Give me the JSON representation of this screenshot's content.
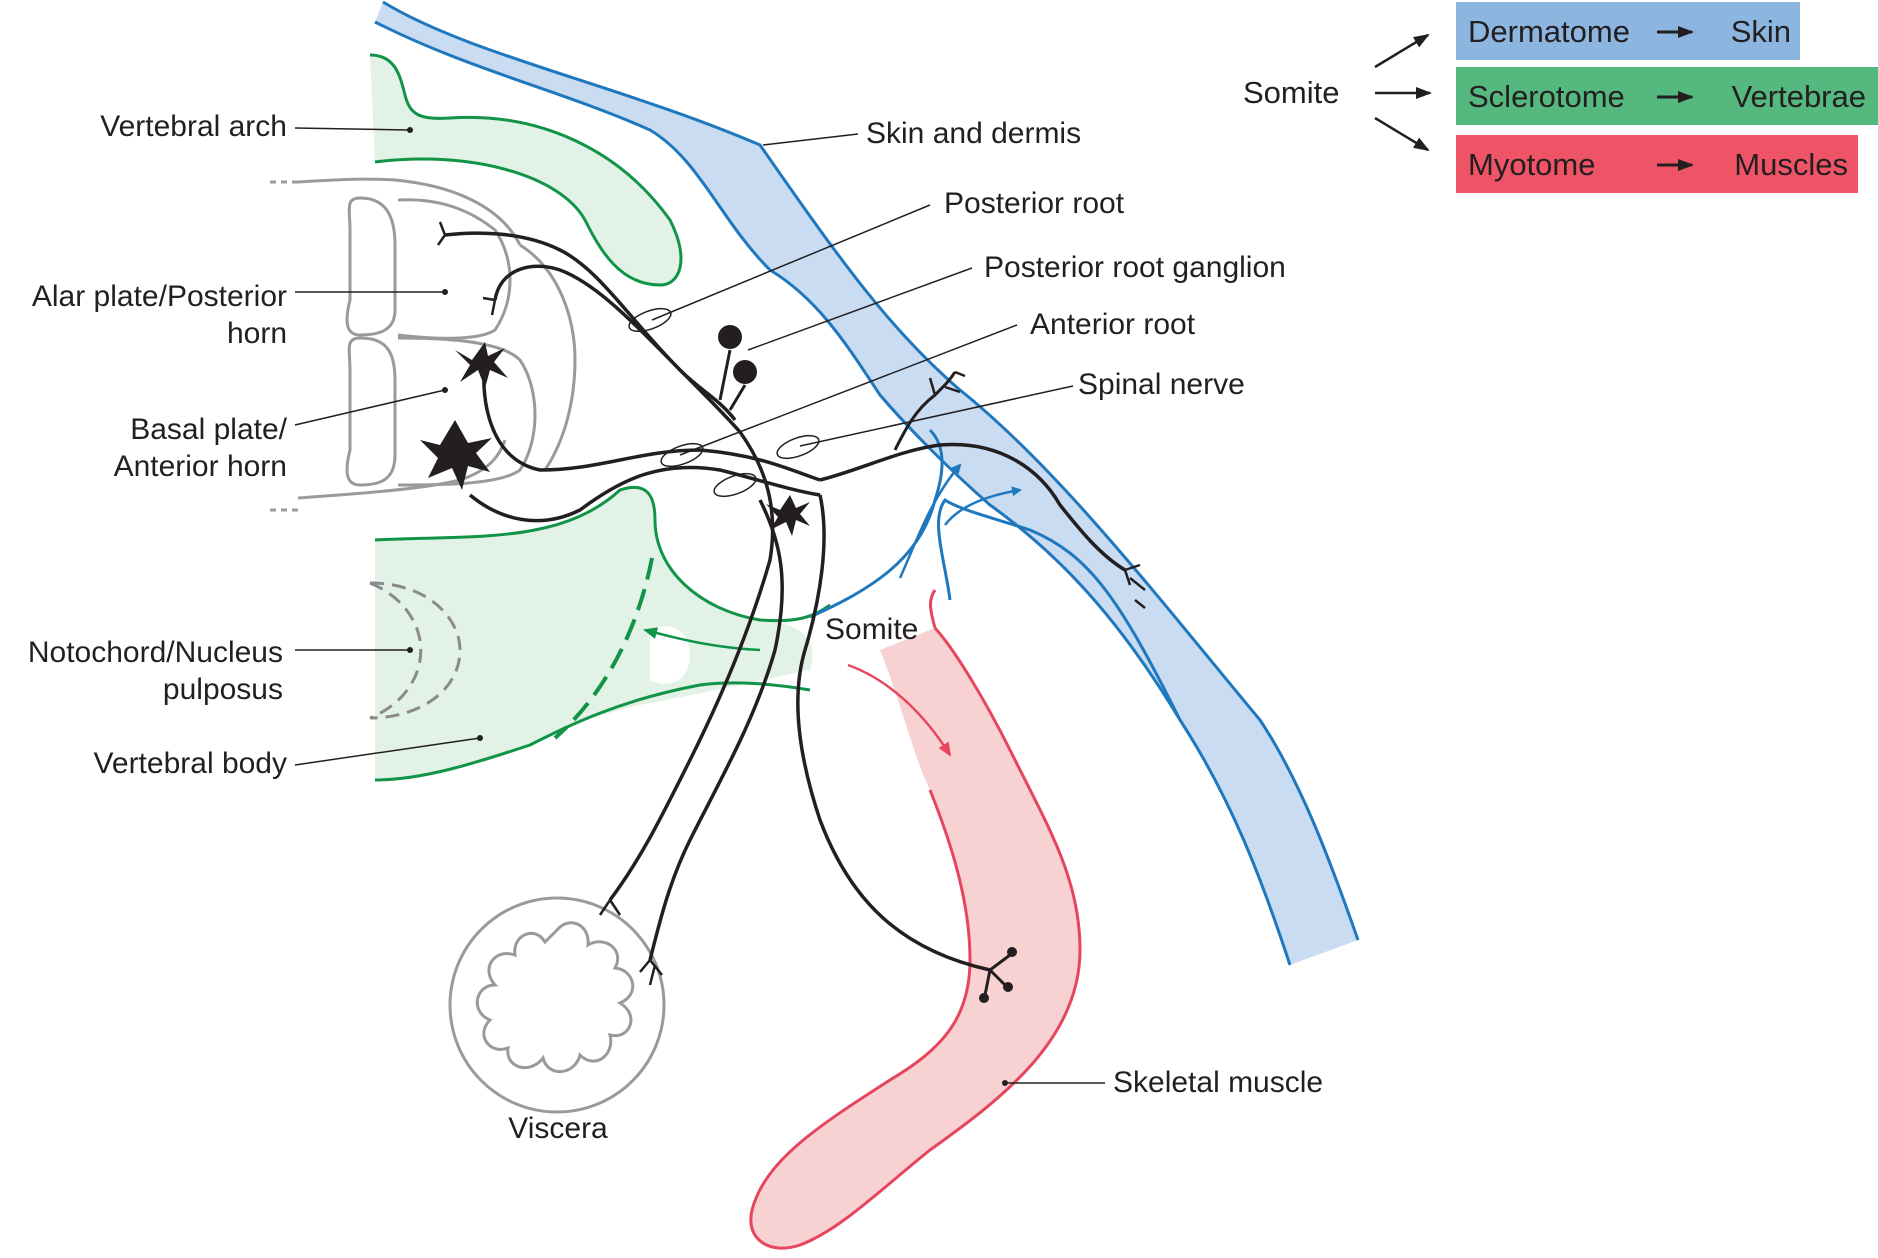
{
  "labels": {
    "vertebral_arch": "Vertebral arch",
    "alar_plate_line1": "Alar plate/Posterior",
    "alar_plate_line2": "horn",
    "basal_plate_line1": "Basal plate/",
    "basal_plate_line2": "Anterior horn",
    "notochord_line1": "Notochord/Nucleus",
    "notochord_line2": "pulposus",
    "vertebral_body": "Vertebral body",
    "skin_and_dermis": "Skin and dermis",
    "posterior_root": "Posterior root",
    "posterior_root_ganglion": "Posterior root ganglion",
    "anterior_root": "Anterior root",
    "spinal_nerve": "Spinal nerve",
    "somite_center": "Somite",
    "viscera": "Viscera",
    "skeletal_muscle": "Skeletal muscle"
  },
  "legend": {
    "source": "Somite",
    "rows": [
      {
        "layer": "Dermatome",
        "target": "Skin",
        "color": "#8cb6e0"
      },
      {
        "layer": "Sclerotome",
        "target": "Vertebrae",
        "color": "#55b87e"
      },
      {
        "layer": "Myotome",
        "target": "Muscles",
        "color": "#ef5466"
      }
    ]
  },
  "colors": {
    "skin_fill": "#c9dcf2",
    "skin_stroke": "#1f78bd",
    "bone_fill": "#e3f2e6",
    "bone_stroke": "#119447",
    "muscle_fill": "#f8d2d3",
    "muscle_stroke": "#e5465e",
    "cord_stroke": "#9a9a9a",
    "nerve_stroke": "#231f20"
  }
}
